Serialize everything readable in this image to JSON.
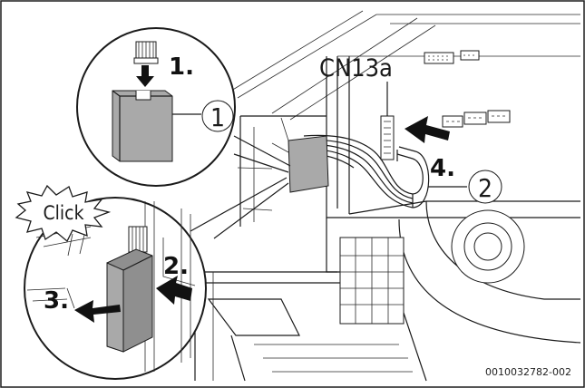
{
  "labels": {
    "connector_name": "CN13a",
    "click": "Click",
    "code": "0010032782-002"
  },
  "steps": {
    "s1": "1.",
    "s2": "2.",
    "s3": "3.",
    "s4": "4."
  },
  "callouts": {
    "c1": "1",
    "c2": "2"
  },
  "colors": {
    "line": "#1b1b1b",
    "module_grey": "#a9a9a9",
    "arrow": "#111111",
    "background": "#ffffff"
  },
  "icons": {
    "arrow": "arrow-icon",
    "burst": "click-burst-icon"
  }
}
